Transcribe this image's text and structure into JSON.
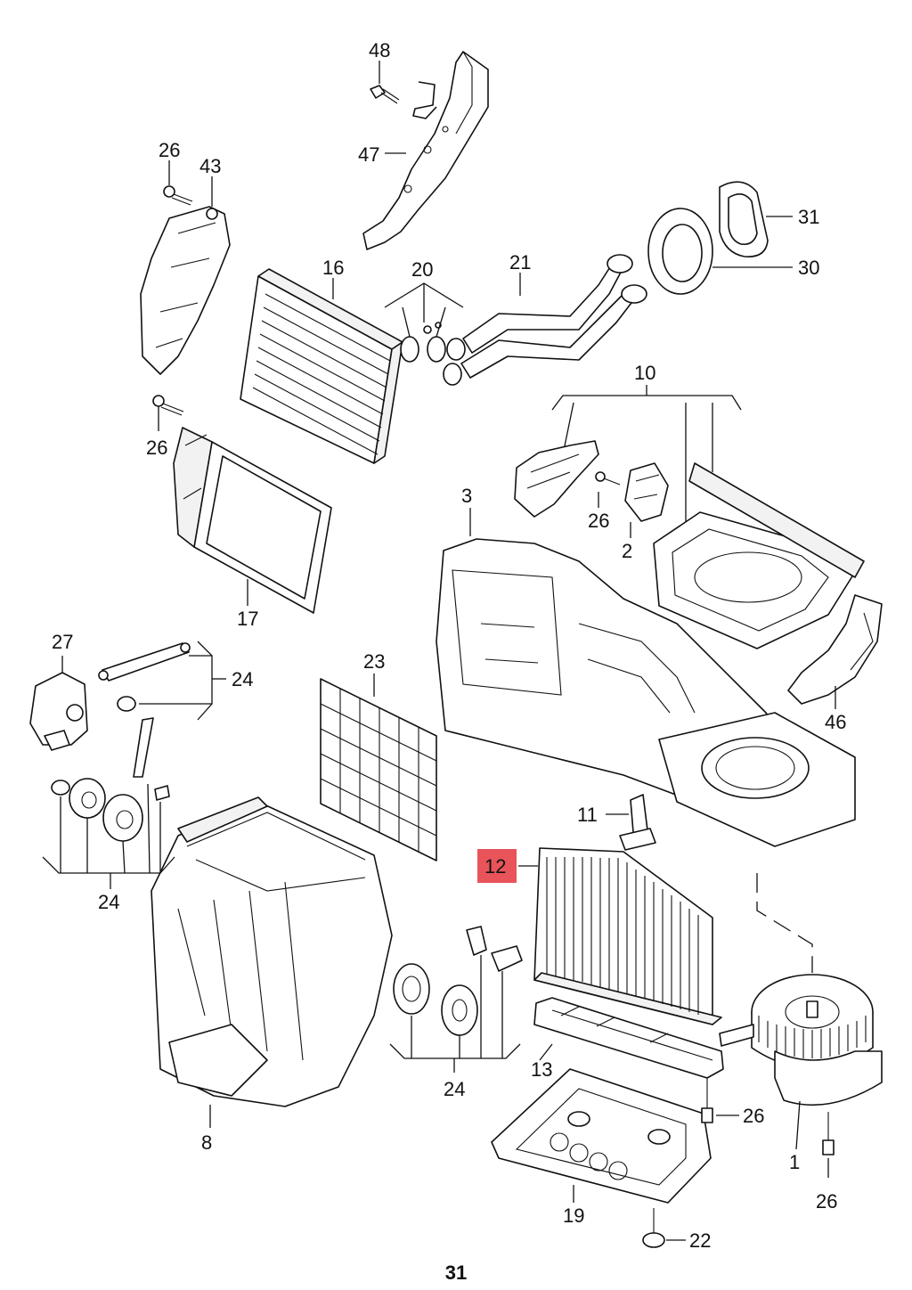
{
  "diagram": {
    "highlighted_callout": "12",
    "page_number": "31",
    "callouts": {
      "c48": "48",
      "c47": "47",
      "c26a": "26",
      "c43": "43",
      "c16": "16",
      "c20": "20",
      "c21": "21",
      "c31": "31",
      "c30": "30",
      "c10": "10",
      "c26b": "26",
      "c3": "3",
      "c26c": "26",
      "c2": "2",
      "c17": "17",
      "c27": "27",
      "c24a": "24",
      "c23": "23",
      "c46": "46",
      "c11": "11",
      "c12": "12",
      "c24b": "24",
      "c8": "8",
      "c24c": "24",
      "c13": "13",
      "c26d": "26",
      "c1": "1",
      "c19": "19",
      "c26e": "26",
      "c22": "22"
    }
  }
}
